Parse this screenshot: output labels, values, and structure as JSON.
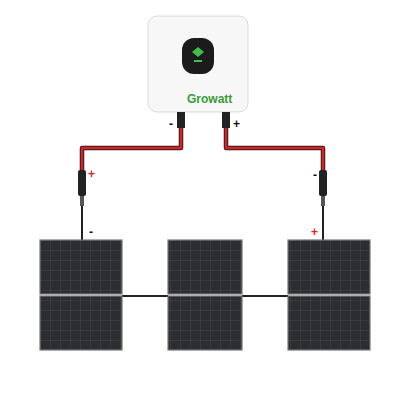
{
  "diagram": {
    "nodes": [
      {
        "text": [
          "Growatt"
        ]
      }
    ],
    "labels": [
      "-",
      "+",
      "+",
      "-",
      "-",
      "+"
    ]
  }
}
